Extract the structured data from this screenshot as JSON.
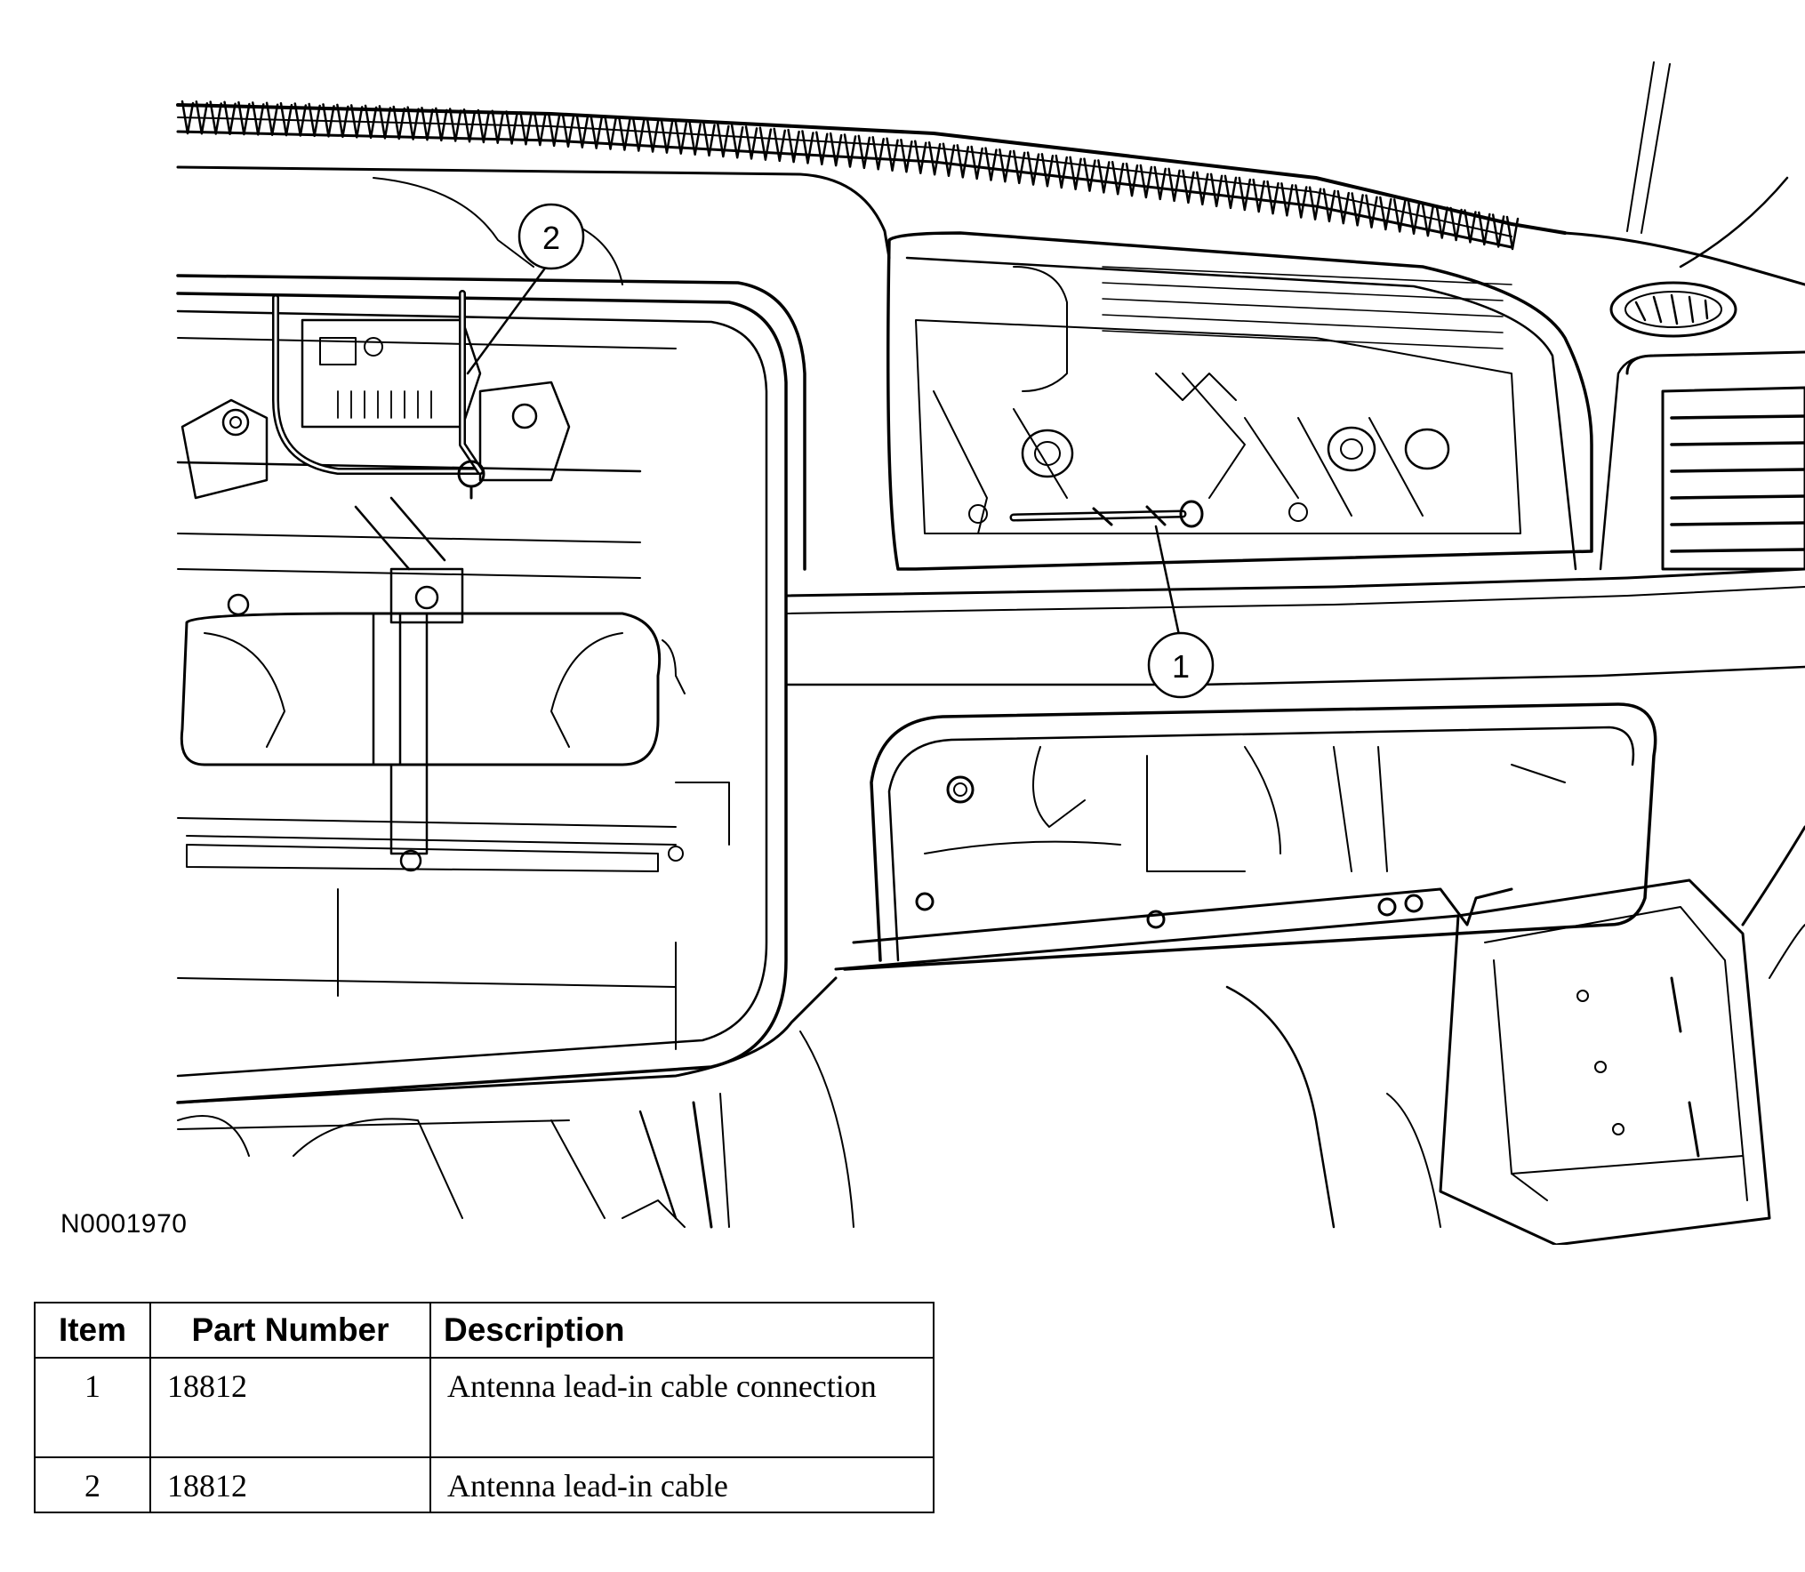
{
  "figure": {
    "id": "N0001970",
    "callouts": [
      {
        "label": "1",
        "target": "Antenna lead-in cable connection"
      },
      {
        "label": "2",
        "target": "Antenna lead-in cable"
      }
    ]
  },
  "table": {
    "headers": {
      "item": "Item",
      "part_number": "Part Number",
      "description": "Description"
    },
    "rows": [
      {
        "item": "1",
        "part_number": "18812",
        "description": "Antenna lead-in cable connection"
      },
      {
        "item": "2",
        "part_number": "18812",
        "description": "Antenna lead-in cable"
      }
    ]
  }
}
